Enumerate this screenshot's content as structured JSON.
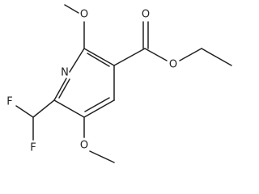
{
  "atoms": {
    "n1": "N",
    "o_ring_top": "O",
    "o_ring_bottom": "O",
    "o_carbonyl": "O",
    "o_ester": "O",
    "f_top": "F",
    "f_bottom": "F"
  },
  "colors": {
    "bond": "#222222",
    "label": "#222222",
    "background": "#ffffff"
  }
}
